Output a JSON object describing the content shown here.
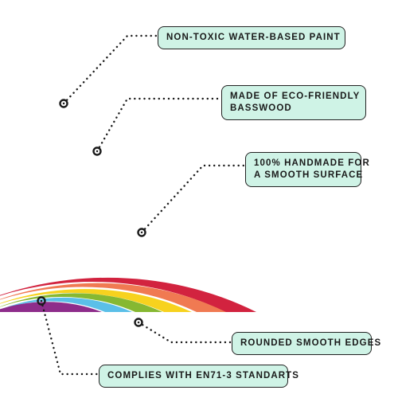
{
  "colors": {
    "background": "#ffffff",
    "callout_fill": "#cff3e6",
    "callout_border": "#222222",
    "arch_red": "#d2233f",
    "arch_orange": "#f07a52",
    "arch_yellow": "#f7d21e",
    "arch_green": "#86b832",
    "arch_blue": "#5bbfe8",
    "arch_purple": "#8e2d8b"
  },
  "callouts": [
    {
      "lines": [
        "NON-TOXIC WATER-BASED PAINT"
      ]
    },
    {
      "lines": [
        "MADE OF ECO-FRIENDLY",
        "BASSWOOD"
      ]
    },
    {
      "lines": [
        "100% HANDMADE FOR",
        "A SMOOTH SURFACE"
      ]
    },
    {
      "lines": [
        "ROUNDED SMOOTH EDGES"
      ]
    },
    {
      "lines": [
        "COMPLIES WITH EN71-3 STANDARTS"
      ]
    }
  ]
}
